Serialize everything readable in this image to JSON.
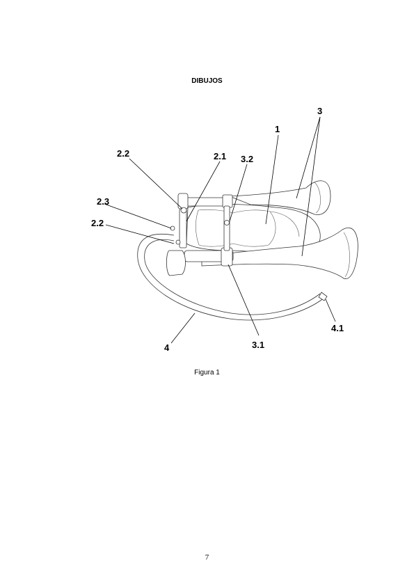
{
  "heading": "DIBUJOS",
  "figure": {
    "labels": {
      "l3": "3",
      "l1": "1",
      "l22a": "2.2",
      "l21": "2.1",
      "l32": "3.2",
      "l23": "2.3",
      "l22b": "2.2",
      "l41": "4.1",
      "l4": "4",
      "l31": "3.1"
    }
  },
  "caption": "Figura 1",
  "page_number": "7"
}
